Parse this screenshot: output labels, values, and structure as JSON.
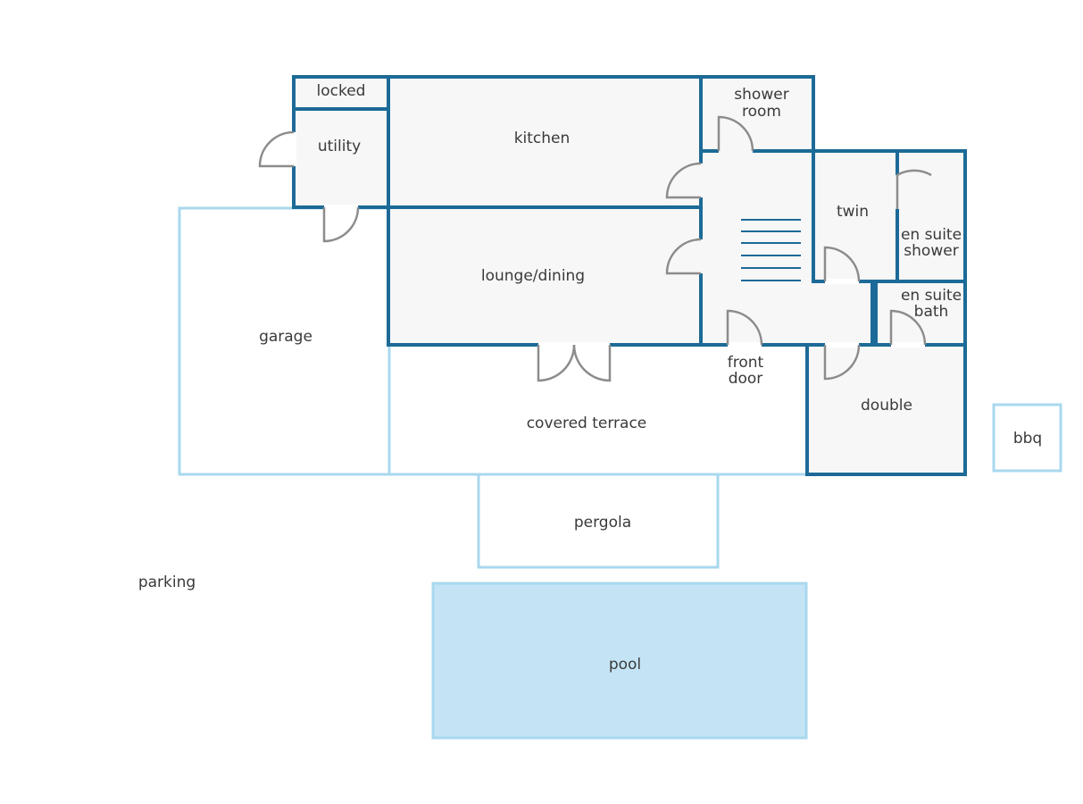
{
  "rooms": {
    "locked": "locked",
    "utility": "utility",
    "kitchen": "kitchen",
    "shower_room_1": "shower",
    "shower_room_2": "room",
    "twin": "twin",
    "en_suite_shower_1": "en suite",
    "en_suite_shower_2": "shower",
    "en_suite_bath_1": "en suite",
    "en_suite_bath_2": "bath",
    "lounge_dining": "lounge/dining",
    "garage": "garage",
    "front_door_1": "front",
    "front_door_2": "door",
    "covered_terrace": "covered terrace",
    "double": "double",
    "bbq": "bbq",
    "pergola": "pergola",
    "parking": "parking",
    "pool": "pool"
  },
  "colors": {
    "interior_wall": "#1c6a97",
    "exterior_outline": "#a9d8ee",
    "room_fill": "#f7f7f7",
    "pool_fill": "#c4e4f6",
    "door": "#8c8c8c",
    "label": "#3a3a3a"
  }
}
